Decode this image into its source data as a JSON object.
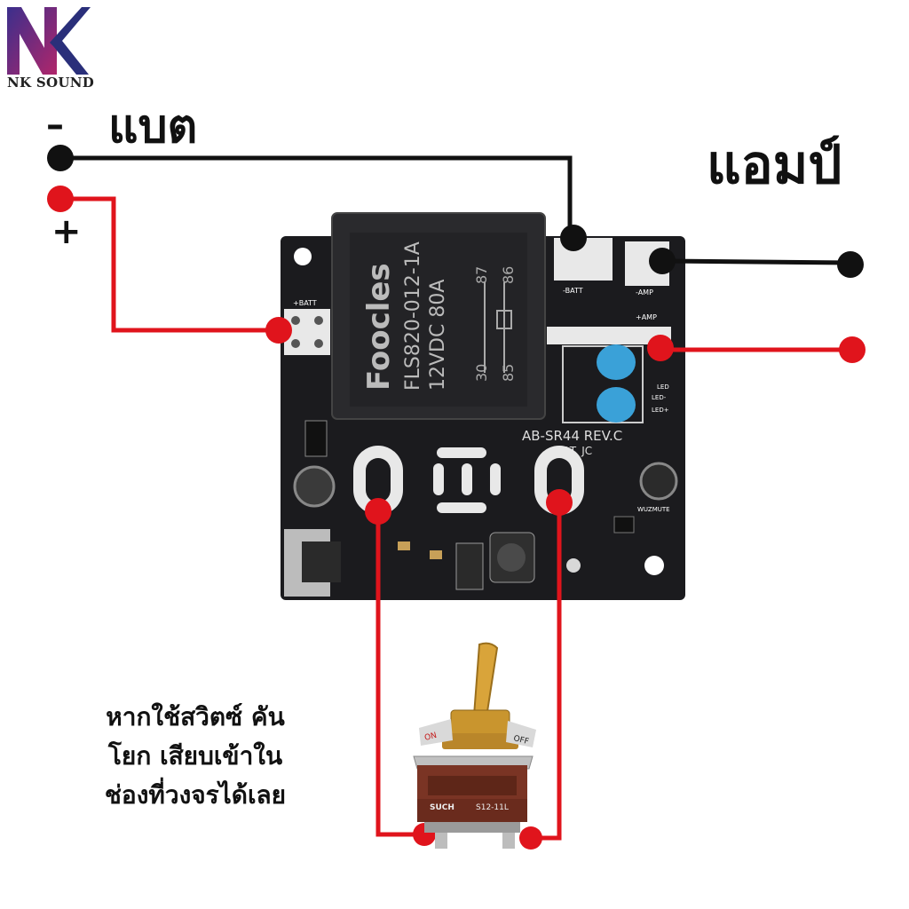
{
  "brand": {
    "logo_text": "NK",
    "caption": "NK SOUND"
  },
  "labels": {
    "battery": "แบต",
    "amp": "แอมป์",
    "minus": "–",
    "plus": "+"
  },
  "board": {
    "relay": {
      "brand": "Foocles",
      "model": "FLS820-012-1A",
      "rating": "12VDC 80A",
      "pin_87": "87",
      "pin_86": "86",
      "pin_30": "30",
      "pin_85": "85"
    },
    "model_text": "AB-SR44 REV.C",
    "lot_text": "LOT. JC",
    "pad_batt_plus": "+BATT",
    "pad_batt_minus": "-BATT",
    "pad_amp_minus": "-AMP",
    "pad_amp_plus": "+AMP",
    "led_label": "LED",
    "led_minus": "LED-",
    "led_plus": "LED+",
    "wuz_label": "WUZMUTE"
  },
  "switch": {
    "brand": "SUCH",
    "model": "S12-11L",
    "on": "ON",
    "off": "OFF"
  },
  "note": {
    "line1": "หากใช้สวิตซ์ คัน",
    "line2": "โยก เสียบเข้าใน",
    "line3": "ช่องที่วงจรได้เลย"
  },
  "colors": {
    "wire_negative": "#111111",
    "wire_positive": "#e0141c",
    "pcb": "#1b1b1e",
    "logo": "#6b2a8c"
  }
}
